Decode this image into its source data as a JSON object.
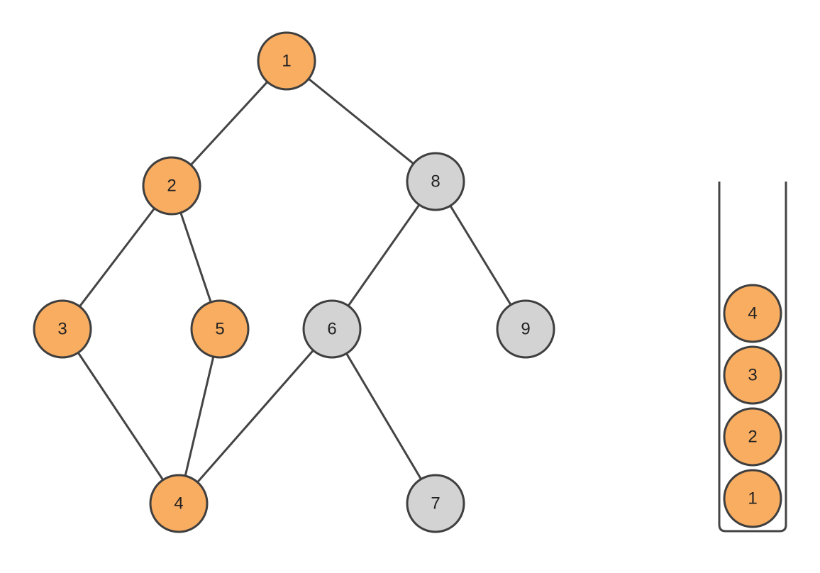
{
  "colors": {
    "visited": "#f9ad61",
    "unvisited": "#d3d3d3"
  },
  "graph": {
    "nodes": [
      {
        "id": "1",
        "label": "1",
        "state": "visited"
      },
      {
        "id": "2",
        "label": "2",
        "state": "visited"
      },
      {
        "id": "8",
        "label": "8",
        "state": "unvisited"
      },
      {
        "id": "3",
        "label": "3",
        "state": "visited"
      },
      {
        "id": "5",
        "label": "5",
        "state": "visited"
      },
      {
        "id": "6",
        "label": "6",
        "state": "unvisited"
      },
      {
        "id": "9",
        "label": "9",
        "state": "unvisited"
      },
      {
        "id": "4",
        "label": "4",
        "state": "visited"
      },
      {
        "id": "7",
        "label": "7",
        "state": "unvisited"
      }
    ],
    "edges": [
      [
        "1",
        "2"
      ],
      [
        "1",
        "8"
      ],
      [
        "2",
        "3"
      ],
      [
        "2",
        "5"
      ],
      [
        "8",
        "6"
      ],
      [
        "8",
        "9"
      ],
      [
        "3",
        "4"
      ],
      [
        "5",
        "4"
      ],
      [
        "6",
        "4"
      ],
      [
        "6",
        "7"
      ]
    ]
  },
  "stack": {
    "items_bottom_to_top": [
      "1",
      "2",
      "3",
      "4"
    ]
  }
}
